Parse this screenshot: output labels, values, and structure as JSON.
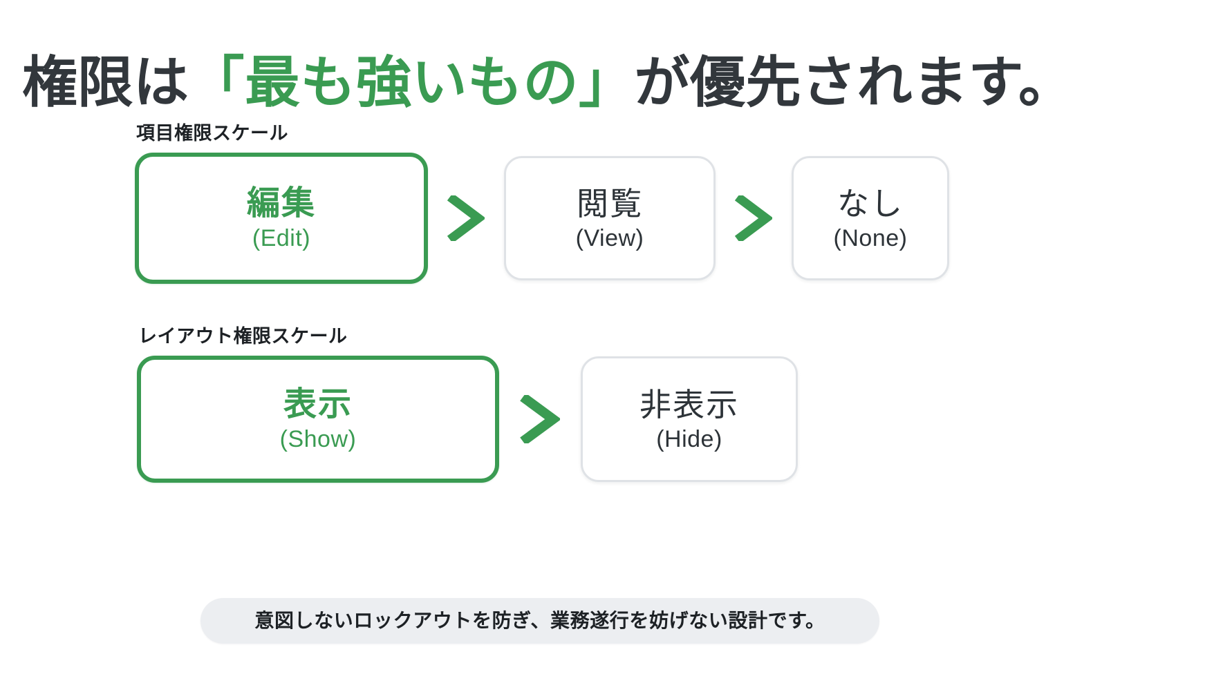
{
  "slide": {
    "background_color": "#ffffff",
    "accent_color": "#3a9b52",
    "text_color": "#32373c"
  },
  "title": {
    "lead": "権限は",
    "highlight": "「最も強いもの」",
    "tail": "が優先されます。"
  },
  "scales": [
    {
      "label": "項目権限スケール",
      "separator": ">",
      "items": [
        {
          "jp": "編集",
          "en": "(Edit)",
          "emphasis": "primary"
        },
        {
          "jp": "閲覧",
          "en": "(View)",
          "emphasis": "secondary"
        },
        {
          "jp": "なし",
          "en": "(None)",
          "emphasis": "secondary"
        }
      ]
    },
    {
      "label": "レイアウト権限スケール",
      "separator": ">",
      "items": [
        {
          "jp": "表示",
          "en": "(Show)",
          "emphasis": "primary"
        },
        {
          "jp": "非表示",
          "en": "(Hide)",
          "emphasis": "secondary"
        }
      ]
    }
  ],
  "footer": {
    "note": "意図しないロックアウトを防ぎ、業務遂行を妨げない設計です。",
    "background_color": "#eceef1"
  }
}
